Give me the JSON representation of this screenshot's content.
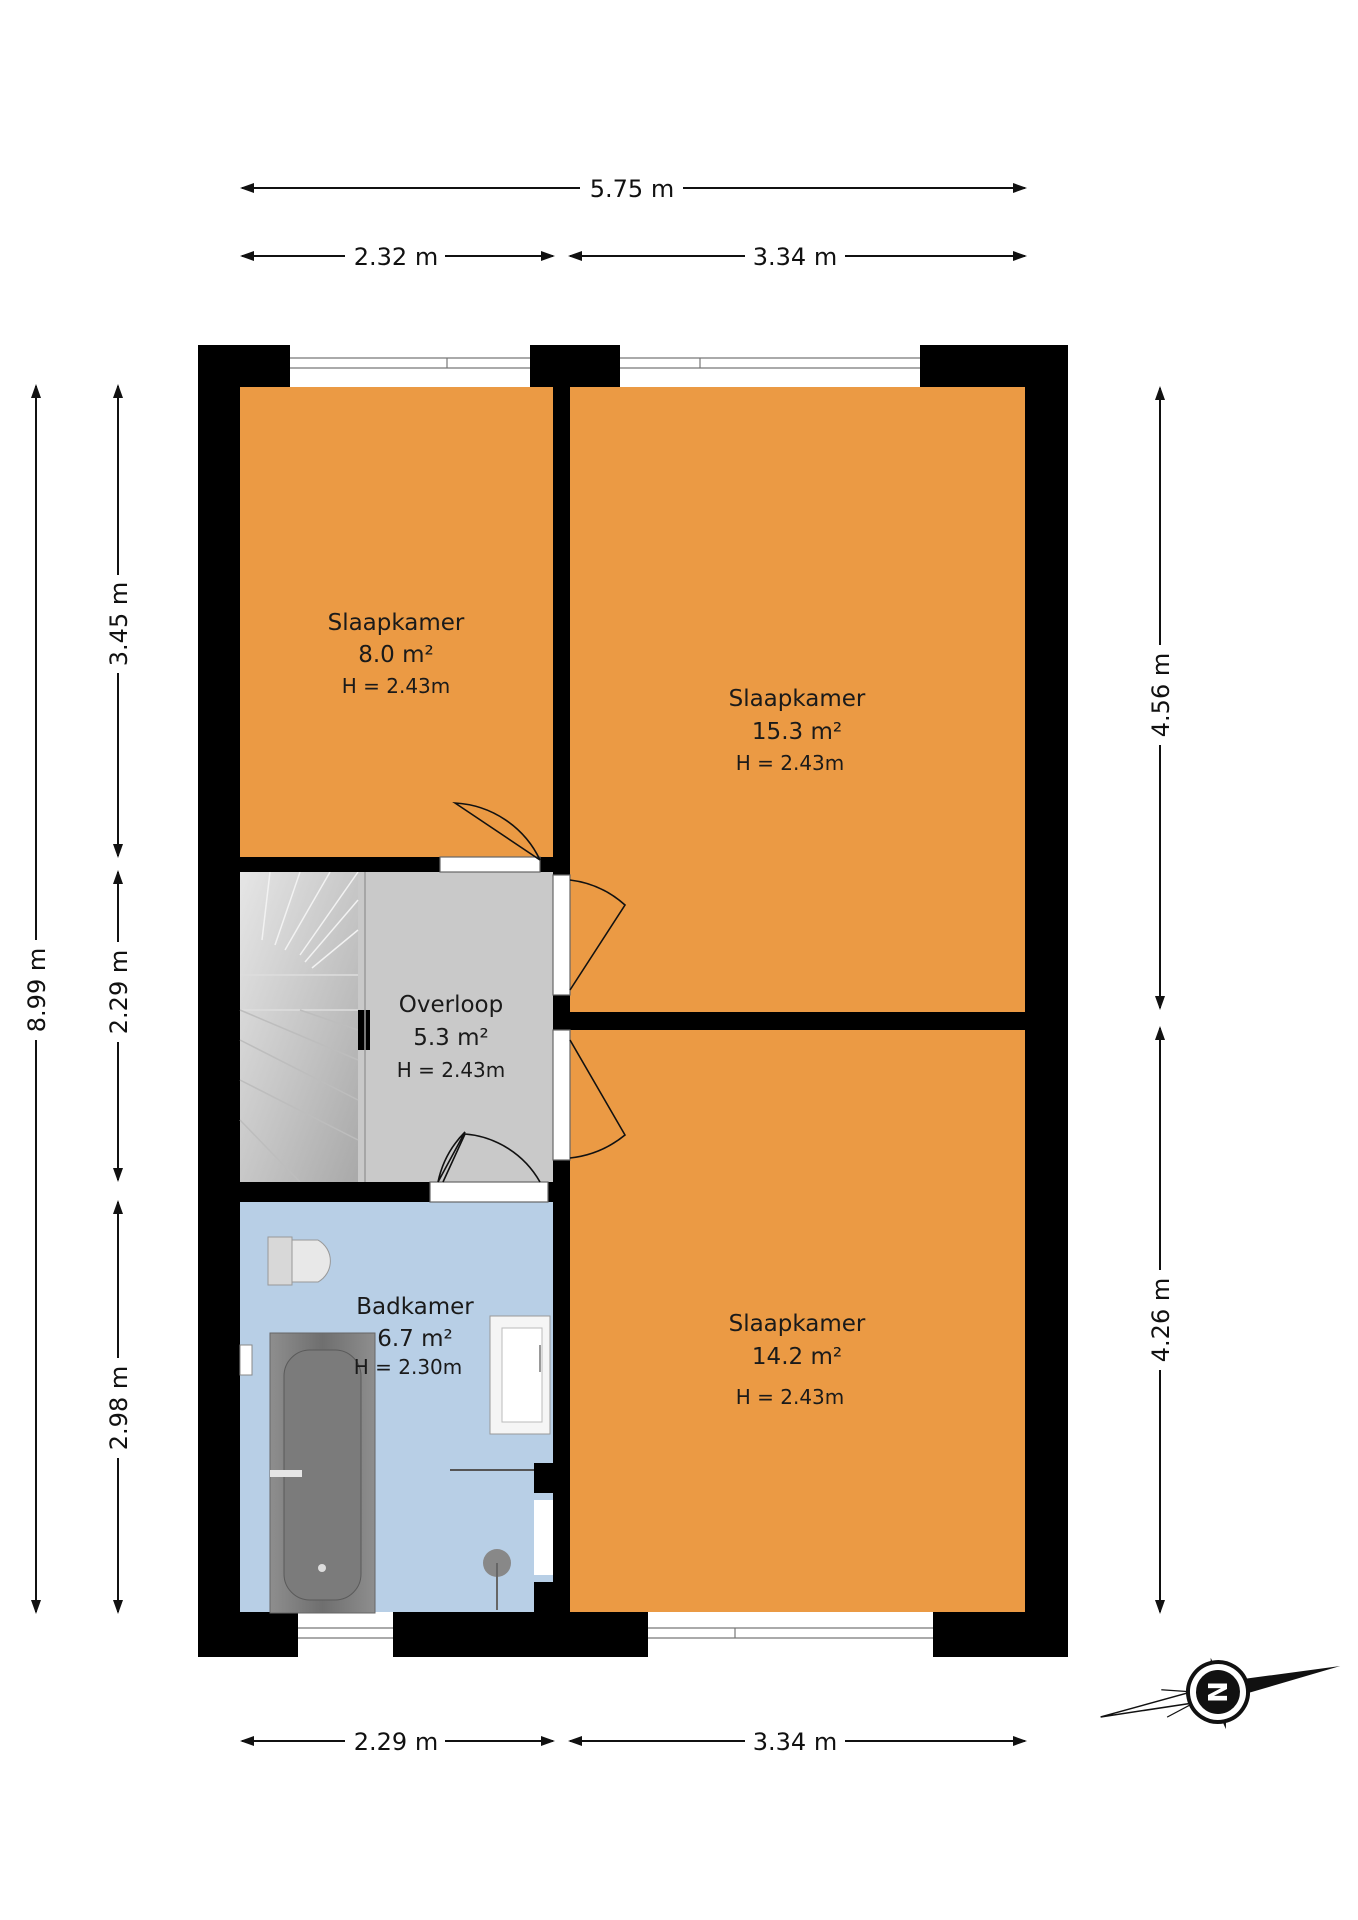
{
  "colors": {
    "bedroom": "#EB9A44",
    "landing": "#C9C9C9",
    "bathroom": "#B8CFE6",
    "wall": "#000000"
  },
  "rooms": {
    "bedroom1": {
      "name": "Slaapkamer",
      "area": "8.0 m²",
      "height": "H = 2.43m"
    },
    "bedroom2": {
      "name": "Slaapkamer",
      "area": "15.3 m²",
      "height": "H = 2.43m"
    },
    "bedroom3": {
      "name": "Slaapkamer",
      "area": "14.2 m²",
      "height": "H = 2.43m"
    },
    "landing": {
      "name": "Overloop",
      "area": "5.3 m²",
      "height": "H = 2.43m"
    },
    "bathroom": {
      "name": "Badkamer",
      "area": "6.7 m²",
      "height": "H = 2.30m"
    }
  },
  "dimensions": {
    "top_total": "5.75 m",
    "top_left": "2.32 m",
    "top_right": "3.34 m",
    "bottom_left": "2.29 m",
    "bottom_right": "3.34 m",
    "left_total": "8.99 m",
    "left_top": "3.45 m",
    "left_mid": "2.29 m",
    "left_bottom": "2.98 m",
    "right_top": "4.56 m",
    "right_bottom": "4.26 m"
  },
  "compass": {
    "letter": "N"
  }
}
